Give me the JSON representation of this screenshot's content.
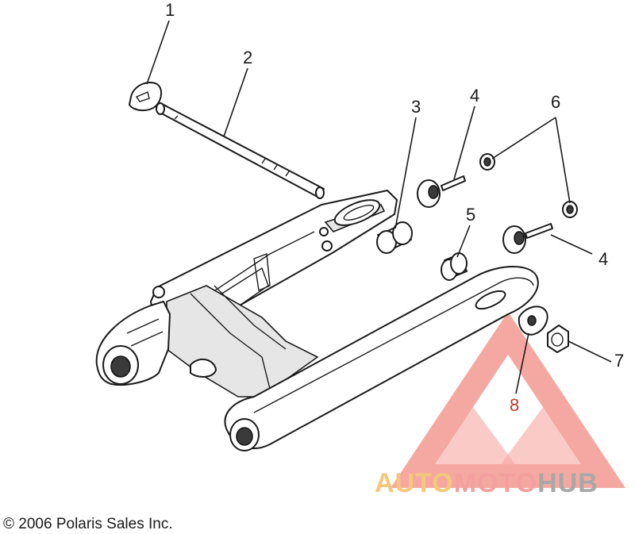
{
  "callouts": {
    "c1": "1",
    "c2": "2",
    "c3": "3",
    "c4a": "4",
    "c4b": "4",
    "c5": "5",
    "c6": "6",
    "c7": "7",
    "c8": "8"
  },
  "watermark": {
    "part1": "AUTO",
    "part2": "MOTO",
    "part3": "HUB",
    "color_auto": "#f4c77a",
    "color_moto": "#f4a0a0",
    "color_hub": "#a8a8a8",
    "logo_color": "#f28b82"
  },
  "copyright": "© 2006 Polaris Sales Inc."
}
